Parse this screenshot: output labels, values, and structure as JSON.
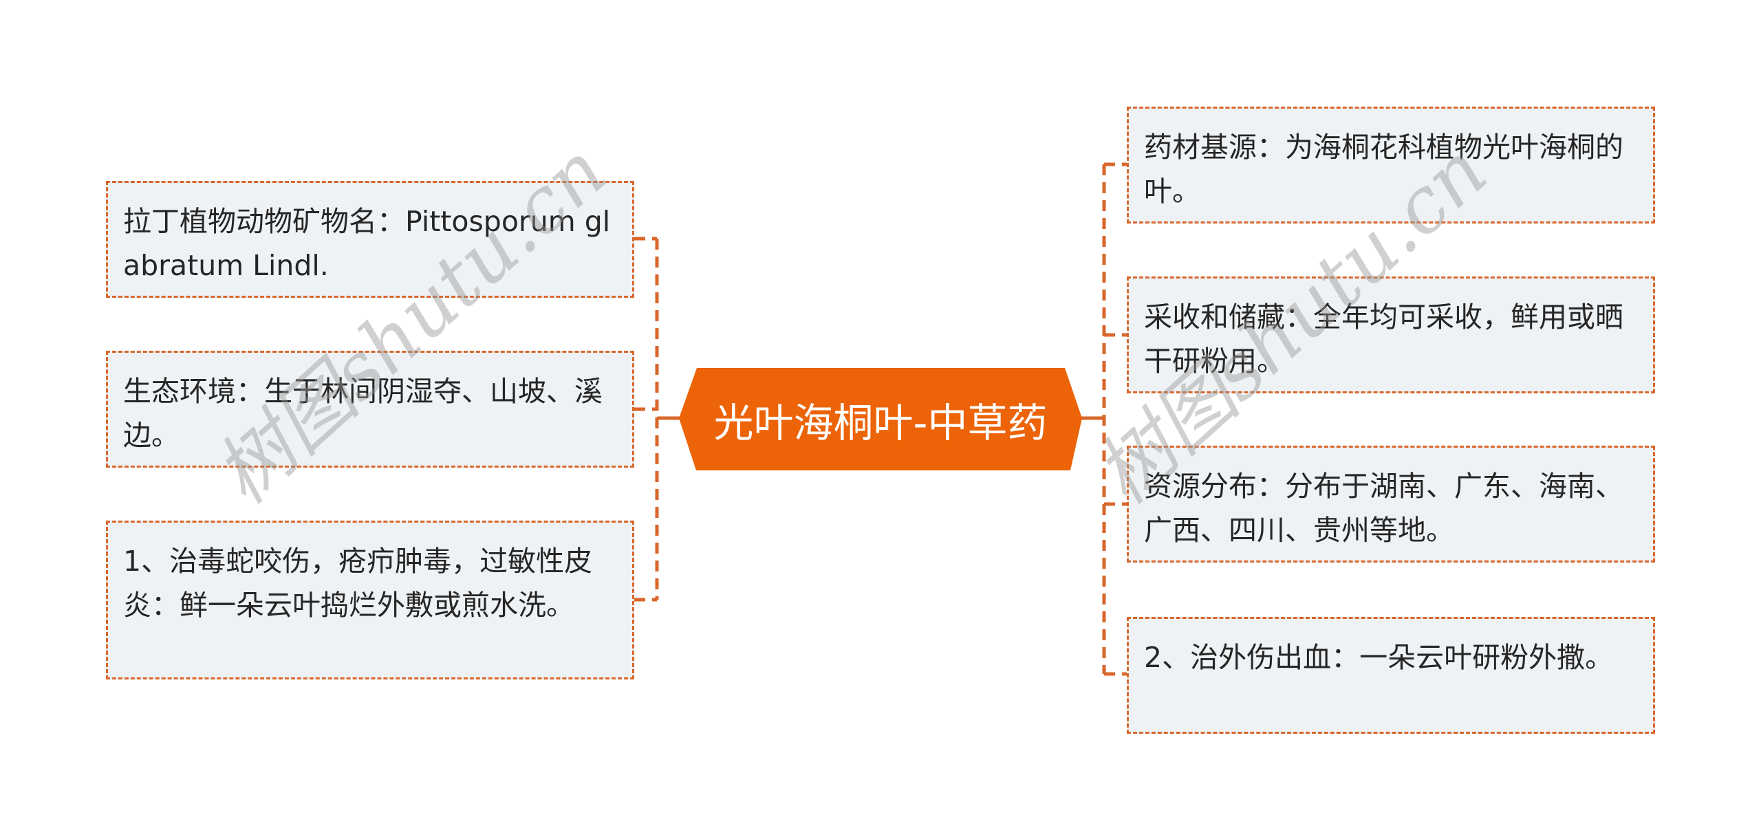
{
  "mindmap": {
    "root": {
      "label": "光叶海桐叶-中草药",
      "fill": "#ec6308",
      "text_color": "#ffffff"
    },
    "left_branches": [
      {
        "label": "拉丁植物动物矿物名：Pittosporum glabratum Lindl."
      },
      {
        "label": "生态环境：生于林间阴湿夺、山坡、溪边。"
      },
      {
        "label": "1、治毒蛇咬伤，疮疖肿毒，过敏性皮炎：鲜一朵云叶捣烂外敷或煎水洗。"
      }
    ],
    "right_branches": [
      {
        "label": "药材基源：为海桐花科植物光叶海桐的叶。"
      },
      {
        "label": "采收和储藏：全年均可采收，鲜用或晒干研粉用。"
      },
      {
        "label": "资源分布：分布于湖南、广东、海南、广西、四川、贵州等地。"
      },
      {
        "label": "2、治外伤出血：一朵云叶研粉外撒。"
      }
    ],
    "colors": {
      "connector": "#d9662a",
      "node_fill": "#eff2f5",
      "node_border": "#d9662a",
      "text": "#262626"
    }
  },
  "watermarks": [
    {
      "text": "树图shutu.cn"
    },
    {
      "text": "树图shutu.cn"
    }
  ]
}
